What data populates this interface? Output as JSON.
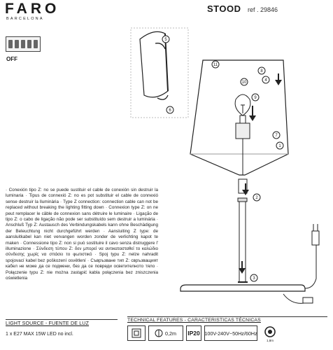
{
  "brand": {
    "name": "FARO",
    "subtitle": "BARCELONA"
  },
  "product": {
    "model": "STOOD",
    "ref": "ref . 29846"
  },
  "switch_label": "OFF",
  "steps": [
    "1",
    "2",
    "3",
    "4",
    "5",
    "6",
    "7",
    "8",
    "9",
    "10",
    "11"
  ],
  "notes": "· Conexión tipo Z: no se puede sustituir el cable de conexión sin destruir la luminaria · Tipus de connexió Z: no es pot substituir el cable de connexió sense destruir la lluminària · Type Z connection: connection cable can not be replaced without breaking the lighting fitting down · Connexion type Z: on ne peut remplacer le câble de connexion sans détruire le luminaire · Ligação de tipo Z: o cabo de ligação não pode ser substituído sem destruir a luminária · Anschluß Typ Z: Austausch des Verbindungskabels kann ohne Beschädigung der Beleuchtung nicht durchgeführt werden · Aansluiting Z type: de aansluitkabel kan niet vervangen worden zonder de verlichting kapot te maken · Connessione tipo Z: non si può sostituire il cavo senza distruggere l' illuminazione · Σύνδεση τύπου Z: δεν μπορεί να αντικατασταθεί το καλώδιο σύνδεσης χωρίς να σπάσει το φωτιστικό · Spoj typu Z: nelze nahradit spojovací kabel bez poškození osvětlení · Съвръзване тип Z: свръзващият кабел не може да се подмени, без да се повреди осветителното тяло · Połączenie typu Z: nie można zastąpić kabla połączenia bez zniszczenia oświetlenia",
  "light_source": {
    "heading": "LIGHT SOURCE - FUENTE DE LUZ",
    "text": "1 x E27 MAX 15W LED no incl."
  },
  "technical": {
    "heading": "TECHNICAL FEATURES - CARACTERISTICAS TÉCNICAS",
    "min_distance": "0,2m",
    "ip": "IP20",
    "voltage": "100V-240V~50Hz/60Hz",
    "led_caption": "1,8m"
  }
}
